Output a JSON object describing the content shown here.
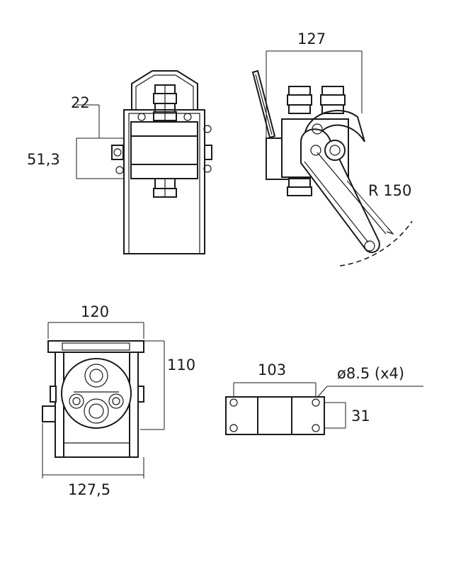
{
  "dimensions": {
    "side_width": "22",
    "side_height": "51,3",
    "top_width": "127",
    "radius": "R 150",
    "front_width": "120",
    "front_height": "110",
    "front_base_width": "127,5",
    "plate_hole_spacing": "103",
    "plate_hole_diameter": "ø8.5 (x4)",
    "plate_thickness": "31"
  },
  "views": [
    {
      "view": "front-elevation"
    },
    {
      "view": "side-elevation-with-lever"
    },
    {
      "view": "top-view"
    },
    {
      "view": "mounting-plate"
    }
  ]
}
